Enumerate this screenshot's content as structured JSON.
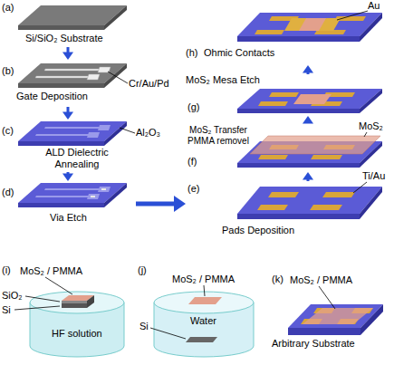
{
  "diagram": {
    "nodes": [
      {
        "text": [
          "(a)",
          "Si/SiO₂ Substrate"
        ]
      },
      {
        "text": [
          "(b)",
          "Gate Deposition"
        ]
      },
      {
        "text": [
          "(c)",
          "ALD Dielectric Annealing"
        ]
      },
      {
        "text": [
          "(d)",
          "Via Etch"
        ]
      },
      {
        "text": [
          "(e)",
          "Pads Deposition"
        ]
      },
      {
        "text": [
          "(f)",
          "MoS₂ Transfer PMMA removel"
        ]
      },
      {
        "text": [
          "(g)",
          "MoS₂ Mesa Etch"
        ]
      },
      {
        "text": [
          "(h)",
          "Ohmic Contacts"
        ]
      },
      {
        "text": [
          "(i)"
        ]
      },
      {
        "text": [
          "(j)"
        ]
      },
      {
        "text": [
          "(k)"
        ]
      }
    ],
    "edges": [
      {
        "from": 0,
        "to": 1,
        "arrow": "to"
      },
      {
        "from": 1,
        "to": 2,
        "arrow": "to"
      },
      {
        "from": 2,
        "to": 3,
        "arrow": "to"
      },
      {
        "from": 3,
        "to": 4,
        "arrow": "to"
      },
      {
        "from": 4,
        "to": 5,
        "arrow": "to"
      },
      {
        "from": 5,
        "to": 6,
        "arrow": "to"
      },
      {
        "from": 6,
        "to": 7,
        "arrow": "to"
      }
    ],
    "labels": [
      "Au",
      "Cr/Au/Pd",
      "MoS₂",
      "Al₂O₃",
      "Ti/Au",
      "MoS₂ / PMMA",
      "SiO₂",
      "Si",
      "HF solution",
      "MoS₂ / PMMA",
      "Si",
      "Water",
      "MoS₂ / PMMA",
      "Arbitrary Substrate"
    ]
  }
}
